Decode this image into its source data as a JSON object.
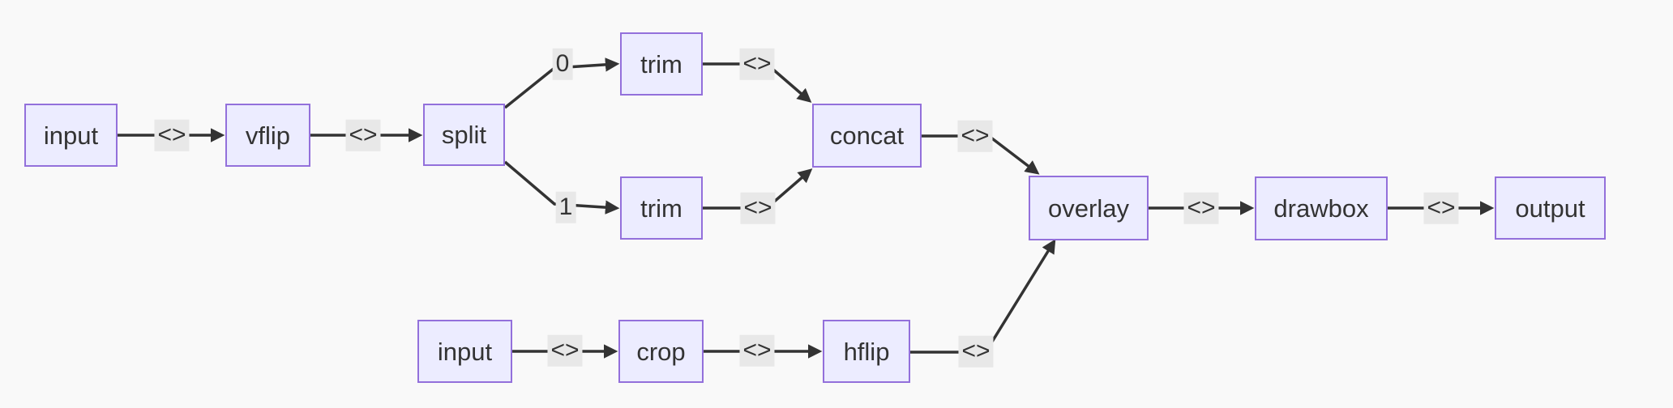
{
  "style": {
    "node_fill": "#ECECFF",
    "node_border": "#9370DB",
    "edge_color": "#333333",
    "text_color": "#333333",
    "edge_label_bg": "#e8e8e8",
    "canvas_bg": "#f9f9f9"
  },
  "diagram": {
    "type": "flowchart",
    "direction": "left-to-right",
    "nodes": [
      {
        "id": "input1",
        "label": "input"
      },
      {
        "id": "vflip",
        "label": "vflip"
      },
      {
        "id": "split",
        "label": "split"
      },
      {
        "id": "trim0",
        "label": "trim"
      },
      {
        "id": "trim1",
        "label": "trim"
      },
      {
        "id": "concat",
        "label": "concat"
      },
      {
        "id": "input2",
        "label": "input"
      },
      {
        "id": "crop",
        "label": "crop"
      },
      {
        "id": "hflip",
        "label": "hflip"
      },
      {
        "id": "overlay",
        "label": "overlay"
      },
      {
        "id": "drawbox",
        "label": "drawbox"
      },
      {
        "id": "output",
        "label": "output"
      }
    ],
    "edges": [
      {
        "from": "input1",
        "to": "vflip",
        "label": "<>"
      },
      {
        "from": "vflip",
        "to": "split",
        "label": "<>"
      },
      {
        "from": "split",
        "to": "trim0",
        "label": "0"
      },
      {
        "from": "split",
        "to": "trim1",
        "label": "1"
      },
      {
        "from": "trim0",
        "to": "concat",
        "label": "<>"
      },
      {
        "from": "trim1",
        "to": "concat",
        "label": "<>"
      },
      {
        "from": "concat",
        "to": "overlay",
        "label": "<>"
      },
      {
        "from": "input2",
        "to": "crop",
        "label": "<>"
      },
      {
        "from": "crop",
        "to": "hflip",
        "label": "<>"
      },
      {
        "from": "hflip",
        "to": "overlay",
        "label": "<>"
      },
      {
        "from": "overlay",
        "to": "drawbox",
        "label": "<>"
      },
      {
        "from": "drawbox",
        "to": "output",
        "label": "<>"
      }
    ]
  }
}
